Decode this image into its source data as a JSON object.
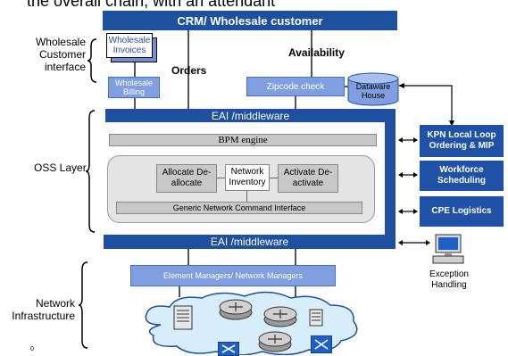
{
  "header": {
    "top_fragment": "the overall chain, with an attendant",
    "banner": "CRM/ Wholesale customer"
  },
  "left_labels": {
    "wholesale_customer_interface": "Wholesale Customer interface",
    "oss_layer": "OSS Layer",
    "network_infrastructure": "Network Infrastructure"
  },
  "top": {
    "wholesale_invoices": "Wholesale Invoices",
    "wholesale_billing": "Wholesale Billing",
    "orders": "Orders",
    "availability": "Availability",
    "zipcode_check": "Zipcode check",
    "dataware_house": "Dataware House"
  },
  "oss": {
    "eai_top": "EAI /middleware",
    "bpm_engine": "BPM engine",
    "allocate": "Allocate De-allocate",
    "network_inventory": "Network Inventory",
    "activate": "Activate De-activate",
    "generic_interface": "Generic Network Command Interface",
    "eai_bottom": "EAI /middleware"
  },
  "right": {
    "kpn": "KPN Local Loop Ordering & MIP",
    "workforce": "Workforce Scheduling",
    "cpe": "CPE Logistics",
    "exception": "Exception Handling"
  },
  "network": {
    "element_managers": "Element Managers/ Network Managers"
  },
  "footer": {
    "page_number": "0"
  },
  "colors": {
    "dark_blue": "#1e50a0",
    "light_blue": "#7f9fe0",
    "grey": "#c8c8c8",
    "cloud": "#d9eefc"
  }
}
